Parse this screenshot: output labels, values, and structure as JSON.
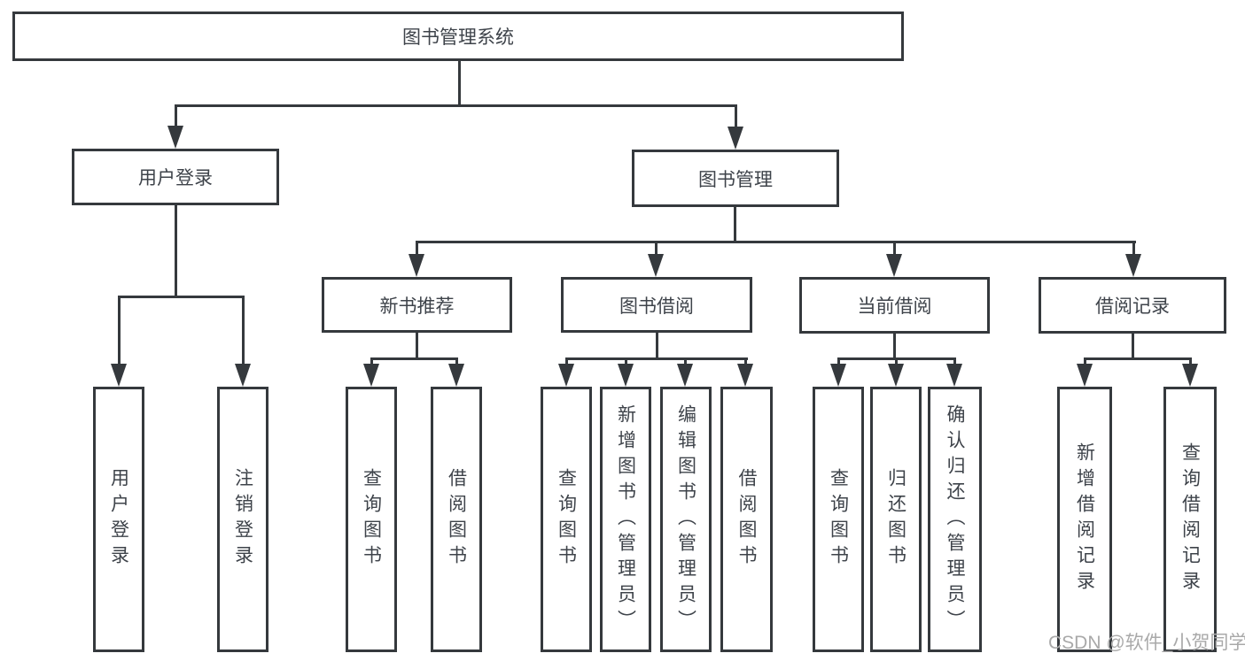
{
  "diagram": {
    "title": "图书管理系统",
    "tree": {
      "root": {
        "label": "图书管理系统",
        "children": [
          {
            "label": "用户登录",
            "children": [
              {
                "label": "用户登录"
              },
              {
                "label": "注销登录"
              }
            ]
          },
          {
            "label": "图书管理",
            "children": [
              {
                "label": "新书推荐",
                "children": [
                  {
                    "label": "查询图书"
                  },
                  {
                    "label": "借阅图书"
                  }
                ]
              },
              {
                "label": "图书借阅",
                "children": [
                  {
                    "label": "查询图书"
                  },
                  {
                    "label": "新增图书（管理员）"
                  },
                  {
                    "label": "编辑图书（管理员）"
                  },
                  {
                    "label": "借阅图书"
                  }
                ]
              },
              {
                "label": "当前借阅",
                "children": [
                  {
                    "label": "查询图书"
                  },
                  {
                    "label": "归还图书"
                  },
                  {
                    "label": "确认归还（管理员）"
                  }
                ]
              },
              {
                "label": "借阅记录",
                "children": [
                  {
                    "label": "新增借阅记录"
                  },
                  {
                    "label": "查询借阅记录"
                  }
                ]
              }
            ]
          }
        ]
      }
    }
  },
  "watermark": {
    "text": "CSDN @软件_小贺同学"
  },
  "colors": {
    "line": "#35393d",
    "text": "#3e434a",
    "box-bg": "#ffffff",
    "page-bg": "#ffffff",
    "watermark": "#a9a9a9"
  }
}
